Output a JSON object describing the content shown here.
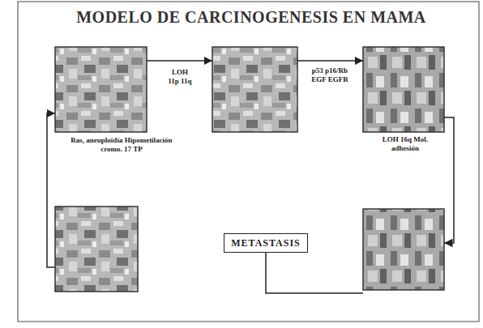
{
  "diagram": {
    "title": "MODELO DE CARCINOGENESIS EN MAMA",
    "nodes": [
      {
        "text": [
          "METASTASIS"
        ]
      }
    ],
    "labels": [
      "LOH 11p 11q",
      "p53 p16/Rb EGF EGFR",
      "Ras, aneuploidía Hipometilación cromo. 17 TP",
      "LOH 16q Mol. adhesión"
    ]
  }
}
